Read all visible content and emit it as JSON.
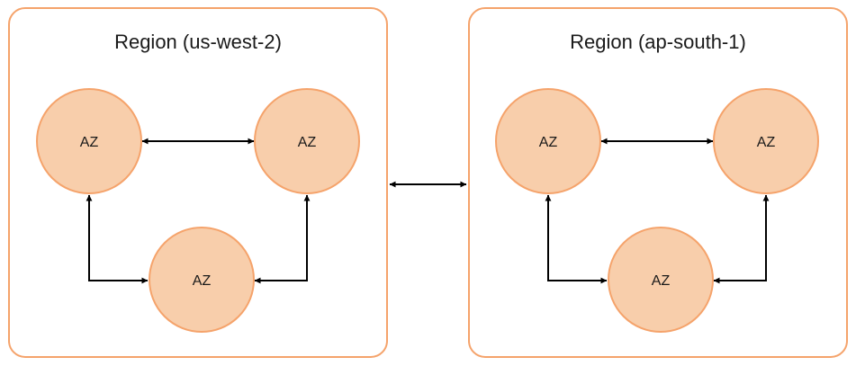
{
  "colors": {
    "region_border": "#f5a36b",
    "region_fill": "#ffffff",
    "az_fill": "#f8ceab",
    "az_border": "#f5a36b",
    "connector": "#000000",
    "text": "#1a1a1a"
  },
  "regions": [
    {
      "title": "Region (us-west-2)",
      "zones": [
        {
          "label": "AZ"
        },
        {
          "label": "AZ"
        },
        {
          "label": "AZ"
        }
      ]
    },
    {
      "title": "Region (ap-south-1)",
      "zones": [
        {
          "label": "AZ"
        },
        {
          "label": "AZ"
        },
        {
          "label": "AZ"
        }
      ]
    }
  ],
  "connections": {
    "within_region": "bidirectional",
    "between_regions": "bidirectional"
  }
}
